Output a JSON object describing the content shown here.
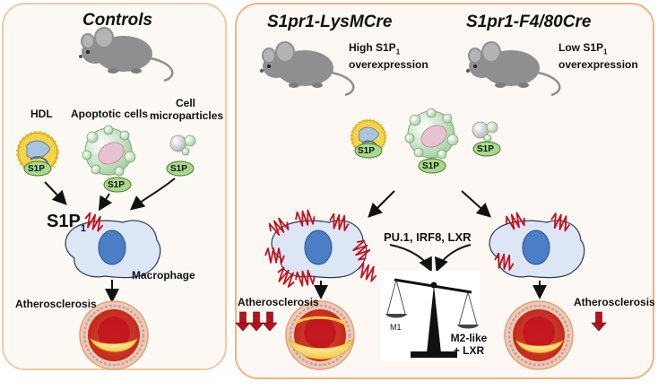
{
  "controls": {
    "title": "Controls",
    "hdl": "HDL",
    "apoptotic": "Apoptotic cells",
    "micro1": "Cell",
    "micro2": "microparticles",
    "s1p_badge": "S1P",
    "receptor": "S1P",
    "receptor_sub": "1",
    "macrophage": "Macrophage",
    "athero": "Atherosclerosis"
  },
  "lysm": {
    "title": "S1pr1-LysMCre",
    "note1": "High S1P",
    "note_sub": "1",
    "note2": "overexpression",
    "athero": "Atherosclerosis"
  },
  "f480": {
    "title": "S1pr1-F4/80Cre",
    "note1": "Low S1P",
    "note_sub": "1",
    "note2": "overexpression",
    "athero": "Atherosclerosis"
  },
  "factors": "PU.1, IRF8, LXR",
  "scale": {
    "left": "M1",
    "right1": "M2-like",
    "right2": "+ LXR"
  },
  "colors": {
    "panel_border": "#f0b383",
    "s1p_green": "#a8d98b",
    "receptor_red": "#c1121f",
    "macrophage_fill": "#dce6f5",
    "nucleus": "#4a7fc8",
    "arrow_red": "#b5121b"
  }
}
